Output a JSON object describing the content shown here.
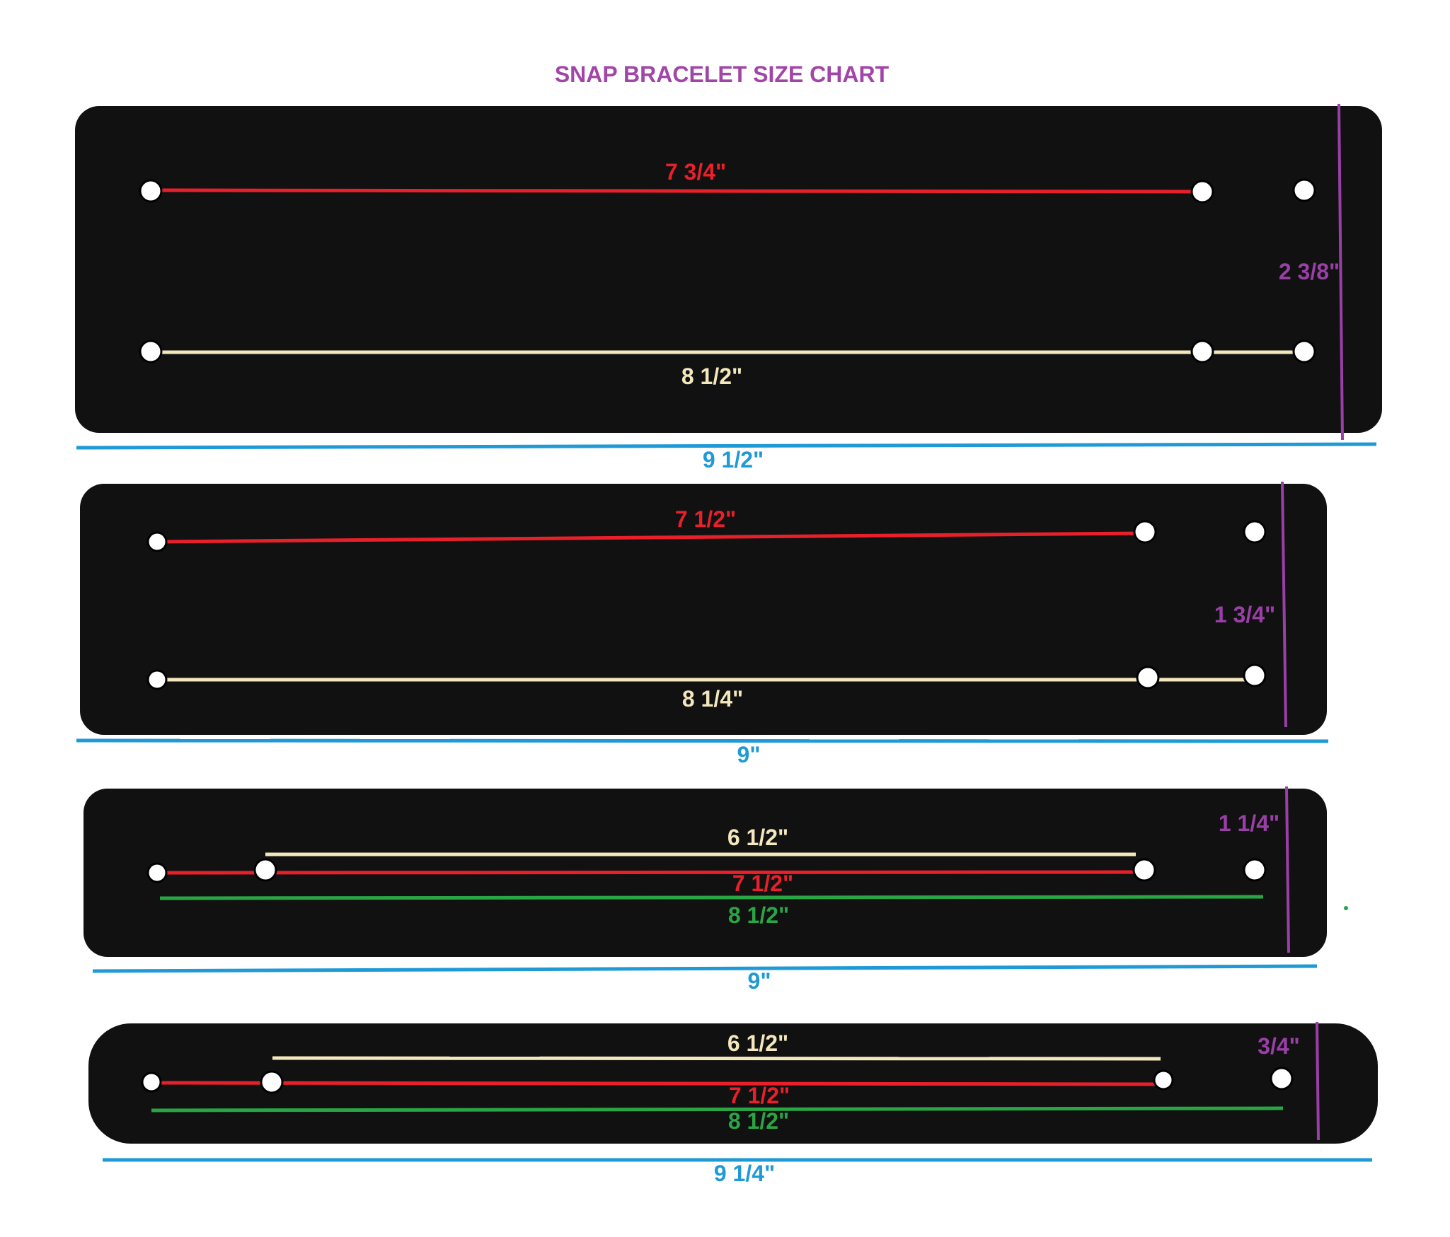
{
  "title": "SNAP BRACELET SIZE CHART",
  "colors": {
    "title": "#a245a8",
    "strap": "#111111",
    "red": "#e8202a",
    "cream": "#f3e7bd",
    "green": "#2aa544",
    "blue": "#1f9ad6",
    "purple": "#9b3fa8"
  },
  "bracelets": [
    {
      "red_label": "7 3/4\"",
      "cream_label": "8 1/2\"",
      "width_label": "2 3/8\"",
      "length_label": "9 1/2\""
    },
    {
      "red_label": "7 1/2\"",
      "cream_label": "8 1/4\"",
      "width_label": "1 3/4\"",
      "length_label": "9\""
    },
    {
      "cream_label": "6 1/2\"",
      "red_label": "7 1/2\"",
      "green_label": "8 1/2\"",
      "width_label": "1 1/4\"",
      "length_label": "9\""
    },
    {
      "cream_label": "6 1/2\"",
      "red_label": "7 1/2\"",
      "green_label": "8 1/2\"",
      "width_label": "3/4\"",
      "length_label": "9 1/4\""
    }
  ]
}
